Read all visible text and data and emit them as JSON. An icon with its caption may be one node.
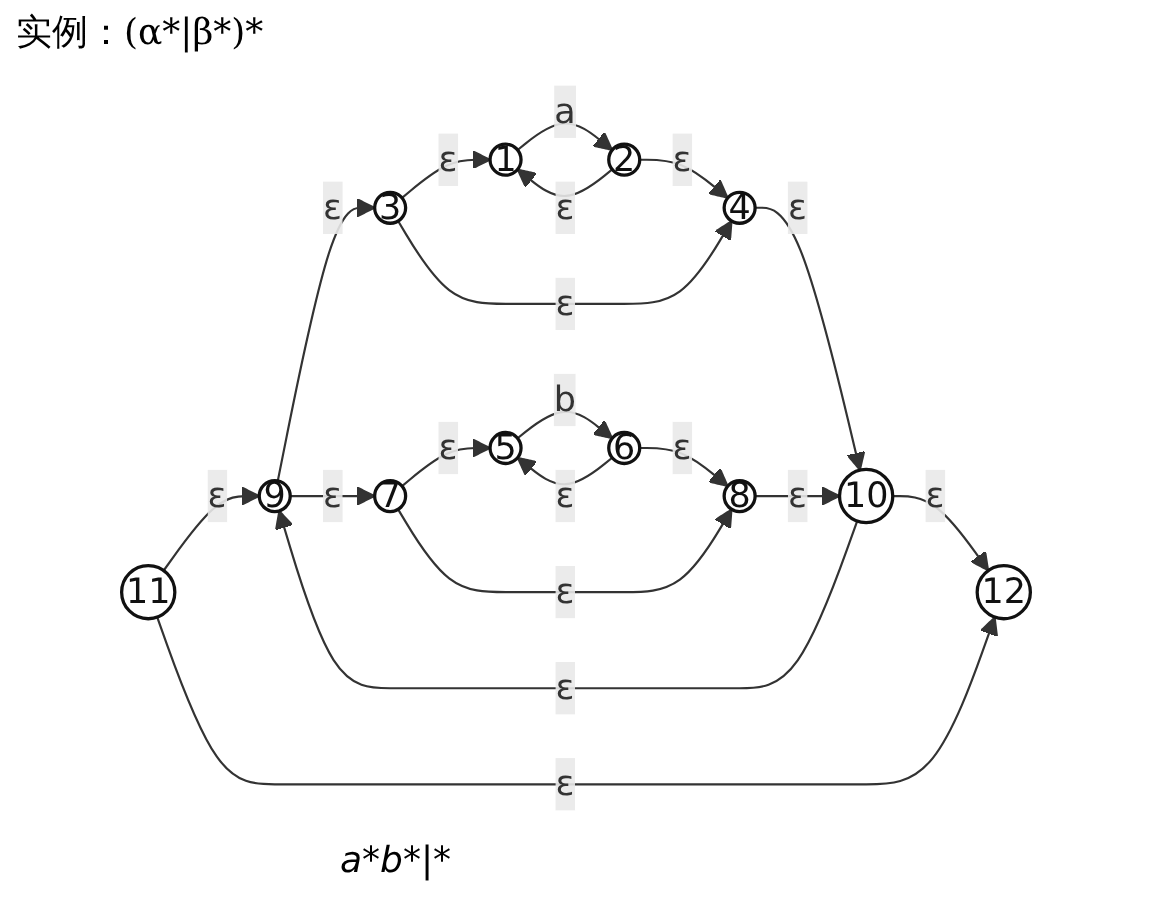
{
  "diagram": {
    "title": "实例：(α*|β*)*",
    "nodes": [
      {
        "text": [
          "11"
        ]
      },
      {
        "text": [
          "9"
        ]
      },
      {
        "text": [
          "3"
        ]
      },
      {
        "text": [
          "1"
        ]
      },
      {
        "text": [
          "2"
        ]
      },
      {
        "text": [
          "4"
        ]
      },
      {
        "text": [
          "10"
        ]
      },
      {
        "text": [
          "12"
        ]
      },
      {
        "text": [
          "7"
        ]
      },
      {
        "text": [
          "5"
        ]
      },
      {
        "text": [
          "6"
        ]
      },
      {
        "text": [
          "8"
        ]
      }
    ],
    "edges": [
      {
        "from": 0,
        "to": 1,
        "arrow": "to",
        "label": "ε"
      },
      {
        "from": 1,
        "to": 2,
        "arrow": "to",
        "label": "ε"
      },
      {
        "from": 2,
        "to": 3,
        "arrow": "to",
        "label": "ε"
      },
      {
        "from": 3,
        "to": 4,
        "arrow": "to",
        "label": "a"
      },
      {
        "from": 4,
        "to": 3,
        "arrow": "to",
        "label": "ε"
      },
      {
        "from": 4,
        "to": 5,
        "arrow": "to",
        "label": "ε"
      },
      {
        "from": 2,
        "to": 5,
        "arrow": "to",
        "label": "ε"
      },
      {
        "from": 5,
        "to": 6,
        "arrow": "to",
        "label": "ε"
      },
      {
        "from": 6,
        "to": 1,
        "arrow": "to",
        "label": "ε"
      },
      {
        "from": 6,
        "to": 7,
        "arrow": "to",
        "label": "ε"
      },
      {
        "from": 1,
        "to": 8,
        "arrow": "to",
        "label": "ε"
      },
      {
        "from": 8,
        "to": 9,
        "arrow": "to",
        "label": "ε"
      },
      {
        "from": 9,
        "to": 10,
        "arrow": "to",
        "label": "b"
      },
      {
        "from": 10,
        "to": 9,
        "arrow": "to",
        "label": "ε"
      },
      {
        "from": 10,
        "to": 11,
        "arrow": "to",
        "label": "ε"
      },
      {
        "from": 8,
        "to": 11,
        "arrow": "to",
        "label": "ε"
      },
      {
        "from": 11,
        "to": 6,
        "arrow": "to",
        "label": "ε"
      },
      {
        "from": 0,
        "to": 7,
        "arrow": "to",
        "label": "ε"
      }
    ],
    "labels": [
      "a*b*|*"
    ]
  }
}
